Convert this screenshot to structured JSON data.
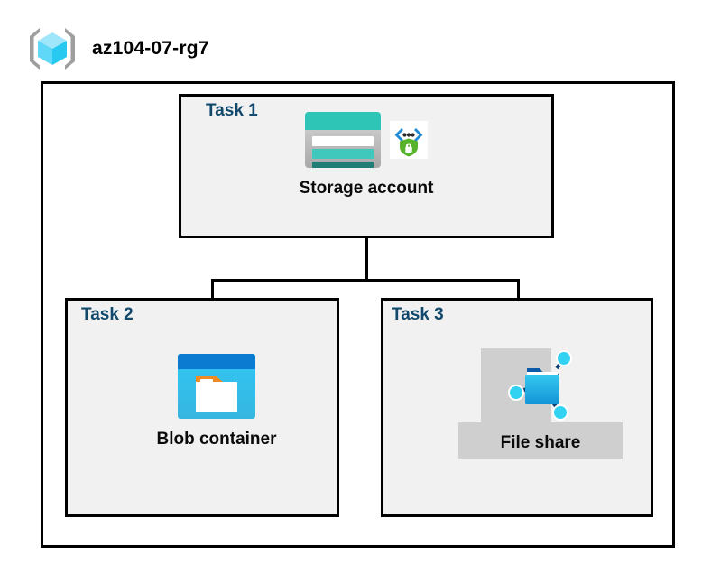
{
  "diagram": {
    "title": "az104-07-rg7",
    "resource_group_icon": "resource-group-cube-icon",
    "accent_task_label_color": "#11486b",
    "box_fill_color": "#f1f1f1",
    "box_border_color": "#000000",
    "outer_fill_color": "#ffffff",
    "highlight_color": "#cfcfcf"
  },
  "tasks": [
    {
      "id": "task1",
      "label": "Task 1",
      "node_caption": "Storage account",
      "icons": [
        "storage-account-icon",
        "secure-private-endpoint-icon"
      ],
      "icon_colors": {
        "storage_header": "#2ec4b6",
        "storage_body": "#bdbdbd",
        "storage_bar_light": "#3fc8bb",
        "storage_bar_dark": "#1f7f77",
        "secure_bracket": "#1f8bd4",
        "secure_shield": "#57b32a"
      }
    },
    {
      "id": "task2",
      "label": "Task 2",
      "node_caption": "Blob container",
      "icons": [
        "blob-container-icon"
      ],
      "icon_colors": {
        "title_bar": "#0a7bd0",
        "body": "#32c6f4",
        "document": "#ffffff",
        "tab": "#f08a23"
      }
    },
    {
      "id": "task3",
      "label": "Task 3",
      "node_caption": "File share",
      "icons": [
        "file-share-folder-icon"
      ],
      "highlighted": true,
      "icon_colors": {
        "folder": "#29b6e8",
        "folder_dark": "#0b5ea8",
        "node": "#31d2f2"
      }
    }
  ],
  "connectors": [
    {
      "name": "storage-to-branch-trunk"
    },
    {
      "name": "branch-horizontal-bar"
    },
    {
      "name": "branch-to-blob-container"
    },
    {
      "name": "branch-to-file-share"
    }
  ]
}
